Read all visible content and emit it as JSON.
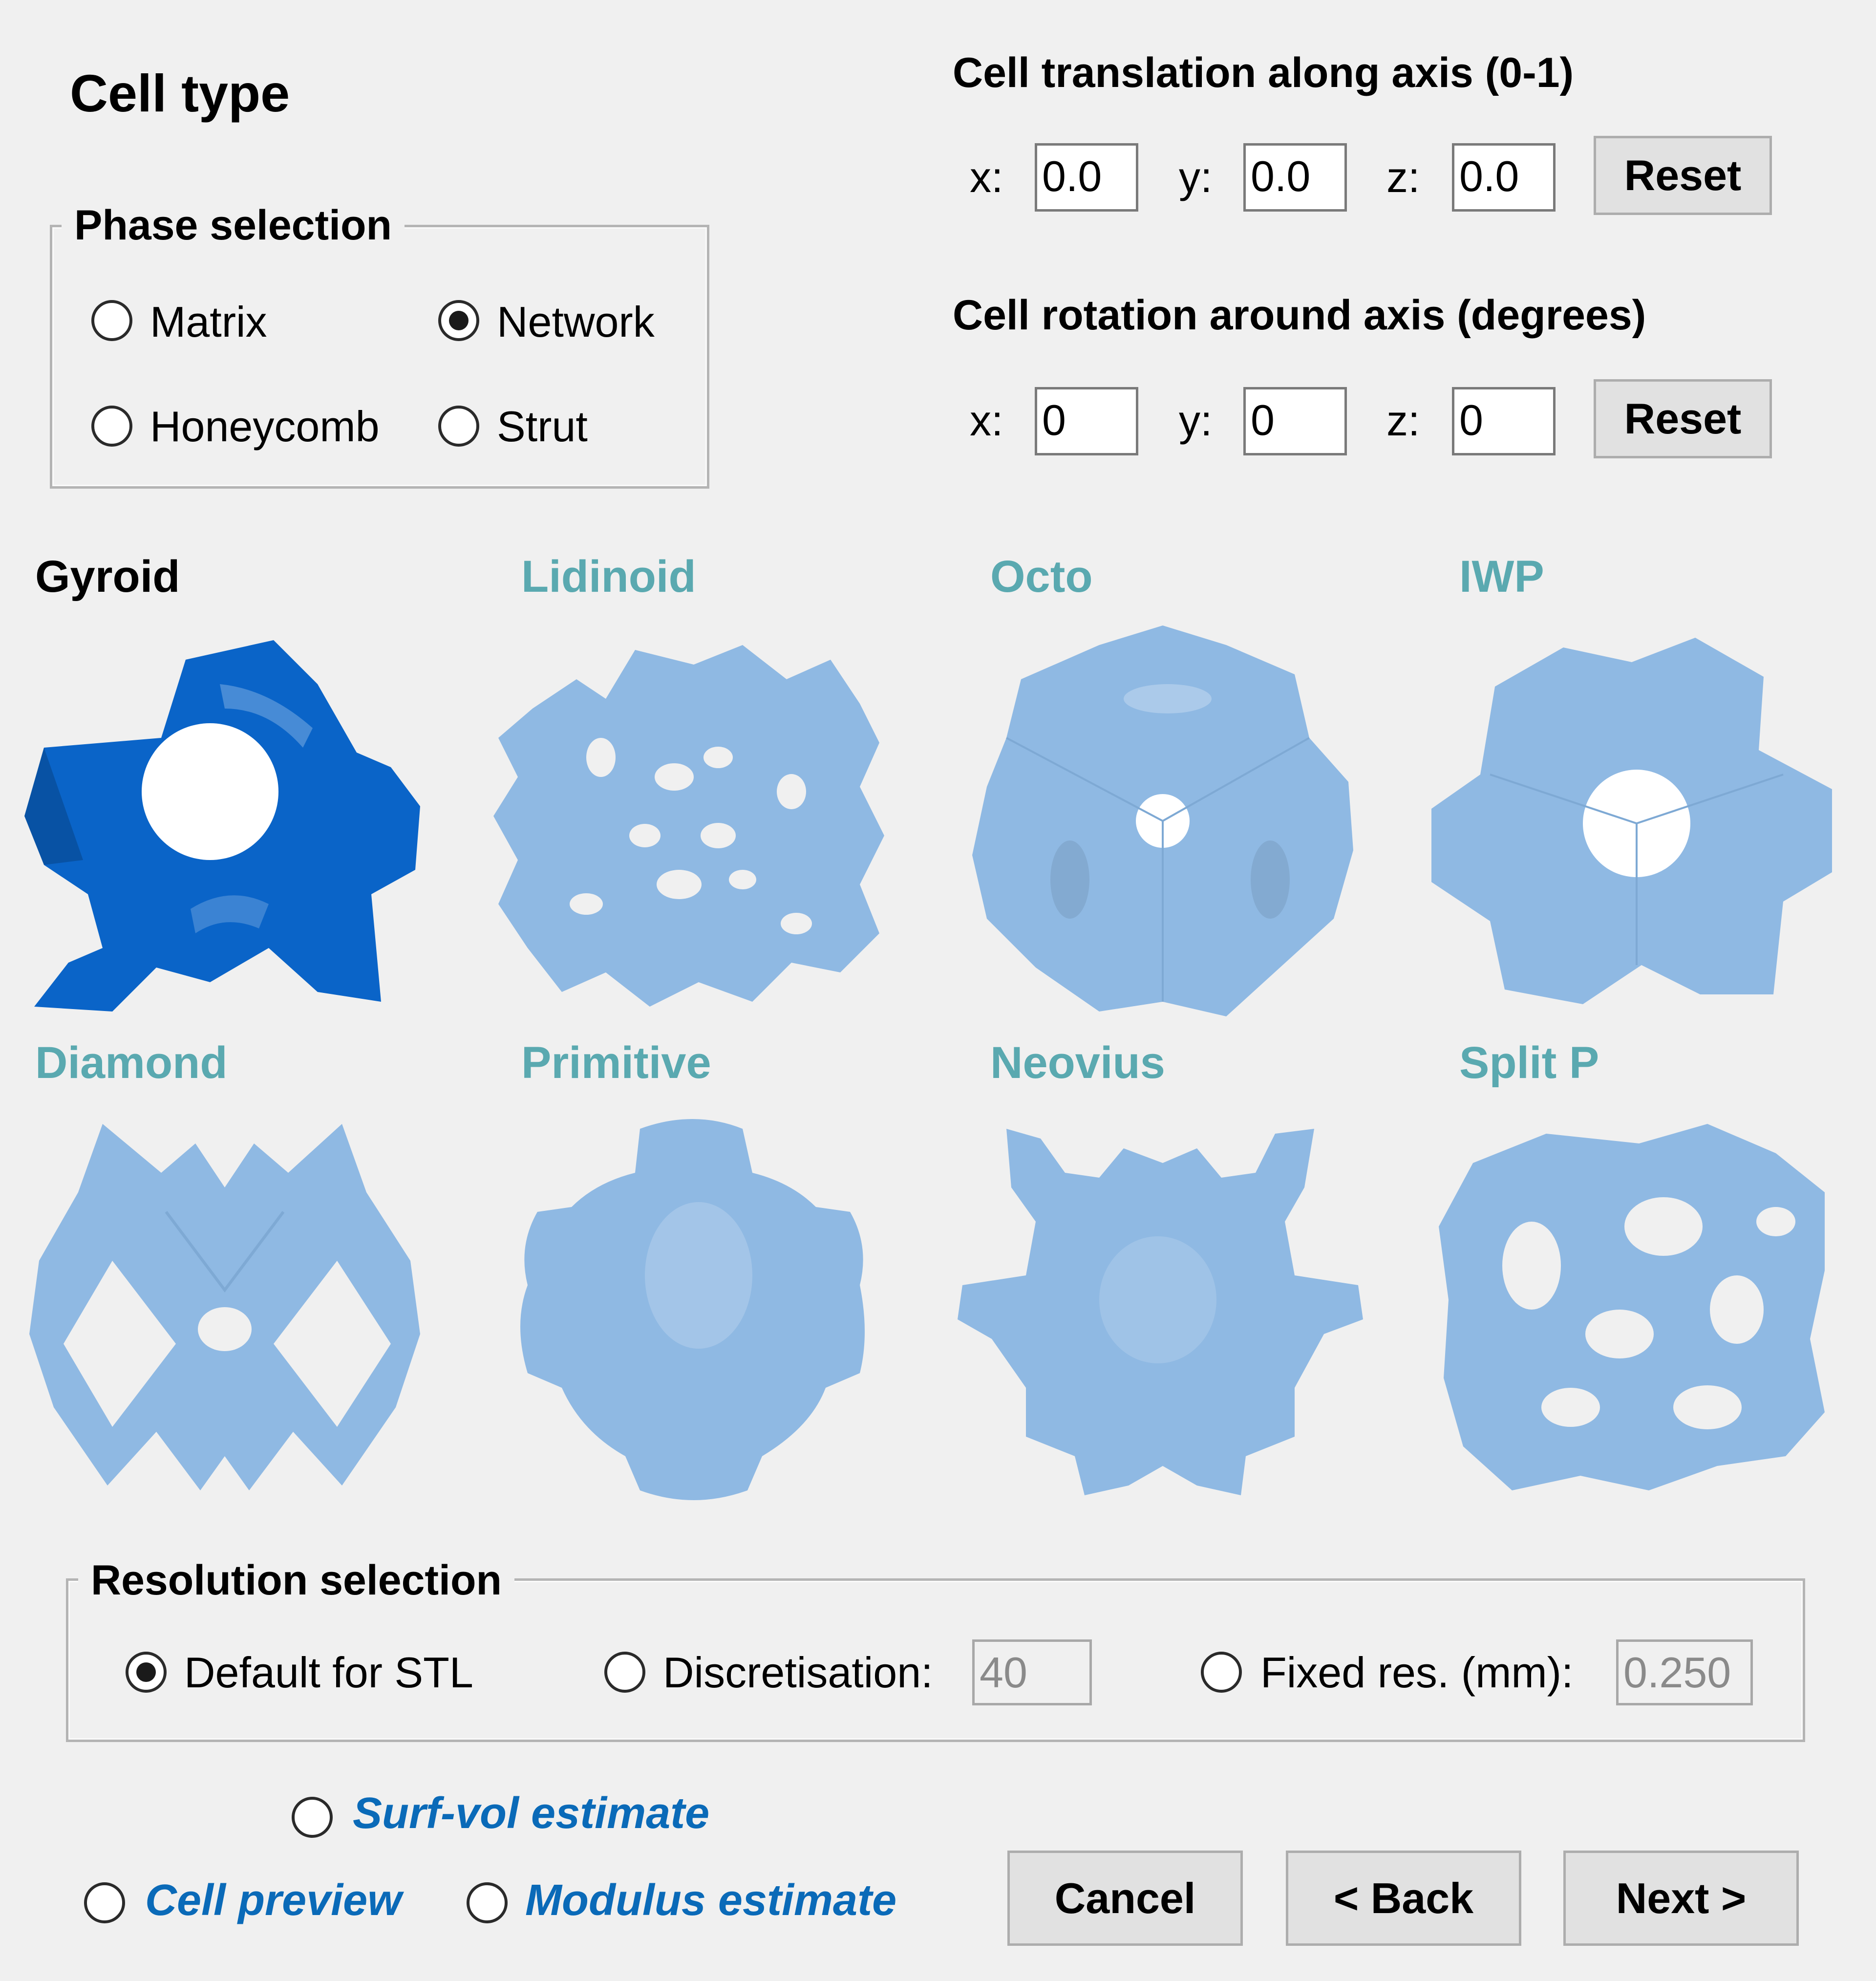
{
  "title": "Cell type",
  "phase": {
    "legend": "Phase selection",
    "options": [
      {
        "label": "Matrix",
        "checked": false
      },
      {
        "label": "Network",
        "checked": true
      },
      {
        "label": "Honeycomb",
        "checked": false
      },
      {
        "label": "Strut",
        "checked": false
      }
    ]
  },
  "translation": {
    "title": "Cell translation along axis (0-1)",
    "x_label": "x:",
    "y_label": "y:",
    "z_label": "z:",
    "x": "0.0",
    "y": "0.0",
    "z": "0.0",
    "reset": "Reset"
  },
  "rotation": {
    "title": "Cell rotation around axis (degrees)",
    "x_label": "x:",
    "y_label": "y:",
    "z_label": "z:",
    "x": "0",
    "y": "0",
    "z": "0",
    "reset": "Reset"
  },
  "cells": [
    {
      "name": "Gyroid",
      "selected": true
    },
    {
      "name": "Lidinoid",
      "selected": false
    },
    {
      "name": "Octo",
      "selected": false
    },
    {
      "name": "IWP",
      "selected": false
    },
    {
      "name": "Diamond",
      "selected": false
    },
    {
      "name": "Primitive",
      "selected": false
    },
    {
      "name": "Neovius",
      "selected": false
    },
    {
      "name": "Split P",
      "selected": false
    }
  ],
  "colors": {
    "selected_title": "#000000",
    "unselected_title": "#5aa9b0",
    "selected_shape": "#0a64c8",
    "unselected_shape": "#8fb9e3",
    "link": "#0a6ab8"
  },
  "resolution": {
    "legend": "Resolution selection",
    "default_label": "Default for STL",
    "discretisation_label": "Discretisation:",
    "discretisation_value": "40",
    "fixed_label": "Fixed res. (mm):",
    "fixed_value": "0.250",
    "selected": "default"
  },
  "bottom": {
    "surf_vol": "Surf-vol estimate",
    "cell_preview": "Cell preview",
    "modulus": "Modulus estimate",
    "cancel": "Cancel",
    "back": "< Back",
    "next": "Next >"
  }
}
